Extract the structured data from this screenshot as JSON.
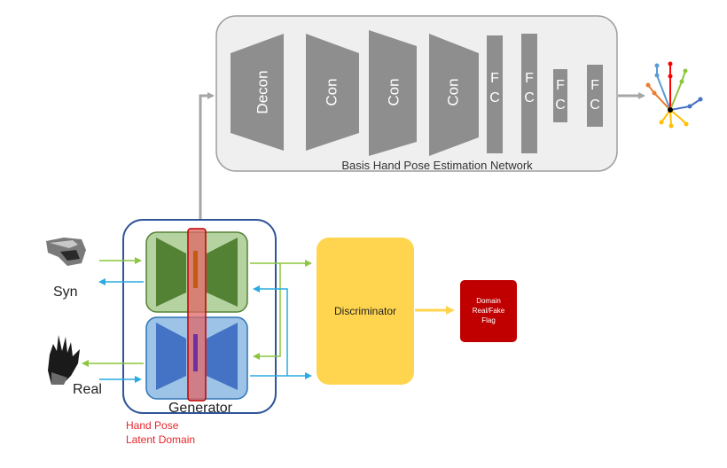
{
  "network": {
    "title": "Basis Hand Pose Estimation Network",
    "layers": [
      "Decon",
      "Con",
      "Con",
      "Con",
      "F C",
      "F C",
      "F C",
      "F C"
    ]
  },
  "generator": {
    "label": "Generator"
  },
  "discriminator": {
    "label": "Discriminator"
  },
  "output_flag": {
    "line1": "Domain",
    "line2": "Real/Fake",
    "line3": "Flag"
  },
  "inputs": {
    "syn": "Syn",
    "real": "Real"
  },
  "latent": {
    "line1": "Hand Pose",
    "line2": "Latent Domain"
  },
  "colors": {
    "green": "#8cc63f",
    "blue": "#29abe2",
    "gray": "#a6a6a6",
    "yellow": "#ffd54f",
    "red": "#c00000",
    "latent_text": "#e8262b"
  }
}
